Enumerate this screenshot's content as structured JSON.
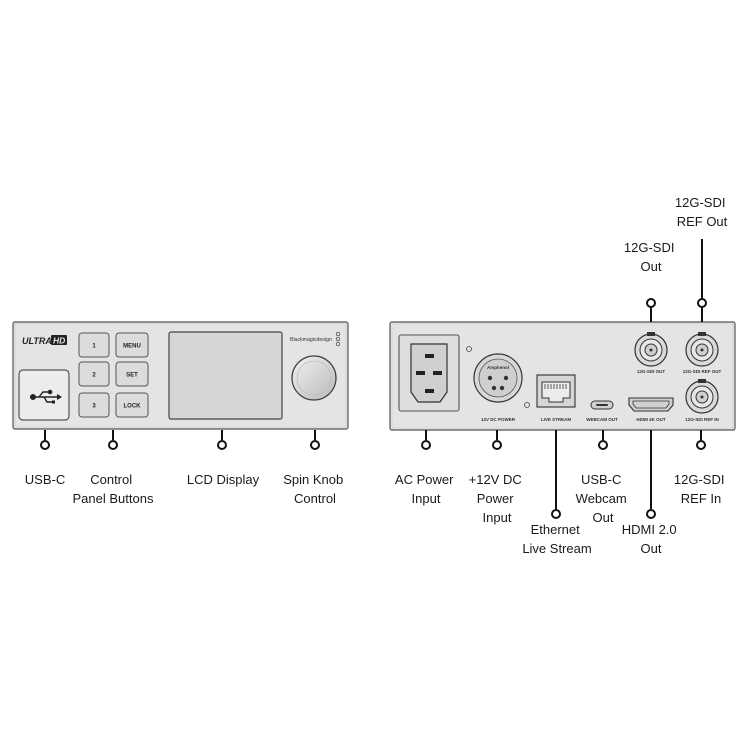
{
  "front_panel": {
    "brand_logo": "ULTRA HD",
    "maker_logo": "Blackmagicdesign",
    "buttons": [
      "1",
      "MENU",
      "2",
      "SET",
      "3",
      "LOCK"
    ],
    "usb_icon": "usb-icon"
  },
  "rear_panel": {
    "labels": {
      "dc_power": "12V DC POWER",
      "xlr_brand": "Amphenol",
      "live_stream": "LIVE STREAM",
      "webcam_out": "WEBCAM OUT",
      "hdmi_out": "HDMI 4K OUT",
      "sdi_out": "12G-SDI OUT",
      "sdi_ref_out": "12G-SDI REF OUT",
      "sdi_ref_in": "12G-SDI REF IN"
    }
  },
  "callouts": {
    "usb_c": [
      "USB-C"
    ],
    "control_panel_buttons": [
      "Control",
      "Panel Buttons"
    ],
    "lcd_display": [
      "LCD Display"
    ],
    "spin_knob": [
      "Spin Knob",
      "Control"
    ],
    "ac_power": [
      "AC Power",
      "Input"
    ],
    "dc_power": [
      "+12V DC",
      "Power",
      "Input"
    ],
    "ethernet": [
      "Ethernet",
      "Live Stream"
    ],
    "usb_c_webcam": [
      "USB-C",
      "Webcam",
      "Out"
    ],
    "hdmi_out": [
      "HDMI 2.0",
      "Out"
    ],
    "sdi_ref_in": [
      "12G-SDI",
      "REF In"
    ],
    "sdi_out": [
      "12G-SDI",
      "Out"
    ],
    "sdi_ref_out": [
      "12G-SDI",
      "REF Out"
    ]
  }
}
